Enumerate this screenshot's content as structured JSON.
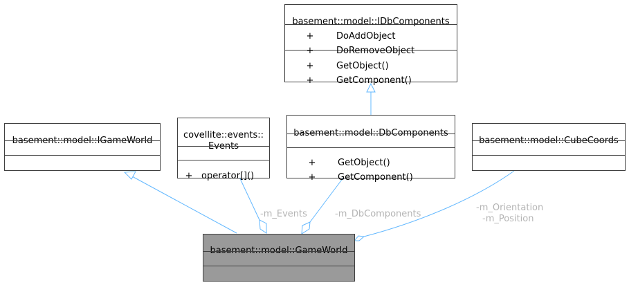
{
  "classes": {
    "idb": {
      "name": "basement::model::IDbComponents",
      "methods": [
        {
          "vis": "+",
          "name": "DoAddObject"
        },
        {
          "vis": "+",
          "name": "DoRemoveObject"
        },
        {
          "vis": "+",
          "name": "GetObject()"
        },
        {
          "vis": "+",
          "name": "GetComponent()"
        }
      ]
    },
    "igameworld": {
      "name": "basement::model::IGameWorld"
    },
    "events": {
      "name_line1": "covellite::events::",
      "name_line2": "Events",
      "methods": [
        {
          "vis": "+",
          "name": "operator[]()"
        }
      ]
    },
    "dbcomponents": {
      "name": "basement::model::DbComponents",
      "methods": [
        {
          "vis": "+",
          "name": "GetObject()"
        },
        {
          "vis": "+",
          "name": "GetComponent()"
        }
      ]
    },
    "cubecoords": {
      "name": "basement::model::CubeCoords"
    },
    "gameworld": {
      "name": "basement::model::GameWorld"
    }
  },
  "edge_labels": {
    "events": "-m_Events",
    "dbcomponents": "-m_DbComponents",
    "orientation": "-m_Orientation",
    "position": "-m_Position"
  },
  "colors": {
    "edge": "#63b8ff",
    "main_fill": "#9a9a9a",
    "border": "#404040",
    "label": "#b4b4b4"
  }
}
